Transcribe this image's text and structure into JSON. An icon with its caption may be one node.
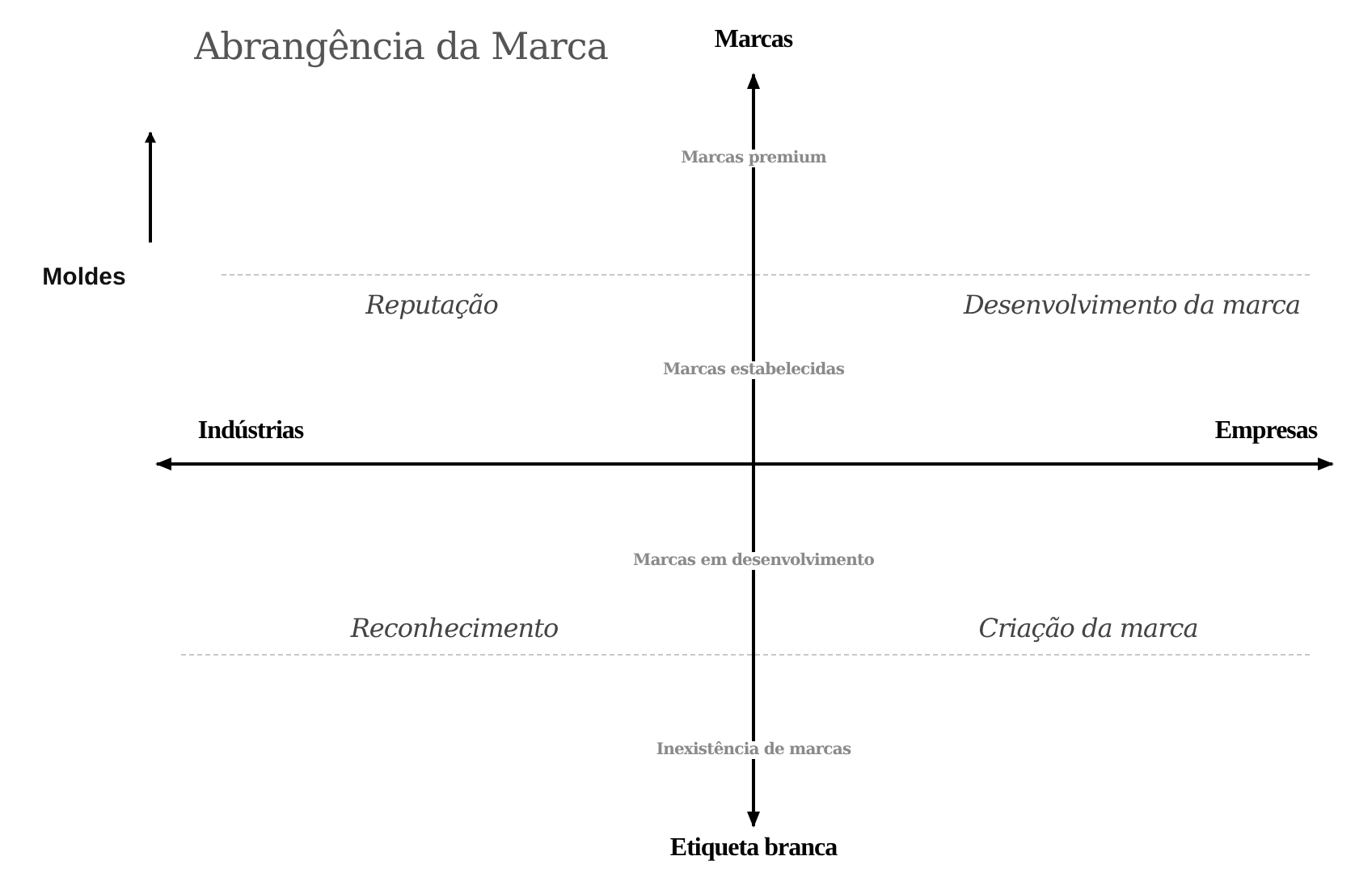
{
  "diagram": {
    "title": "Abrangência da Marca",
    "labels": [
      "Marcas",
      "Marcas premium",
      "Moldes",
      "Reputação",
      "Desenvolvimento da marca",
      "Marcas estabelecidas",
      "Indústrias",
      "Empresas",
      "Marcas em desenvolvimento",
      "Reconhecimento",
      "Criação da marca",
      "Inexistência de marcas",
      "Etiqueta branca"
    ]
  }
}
